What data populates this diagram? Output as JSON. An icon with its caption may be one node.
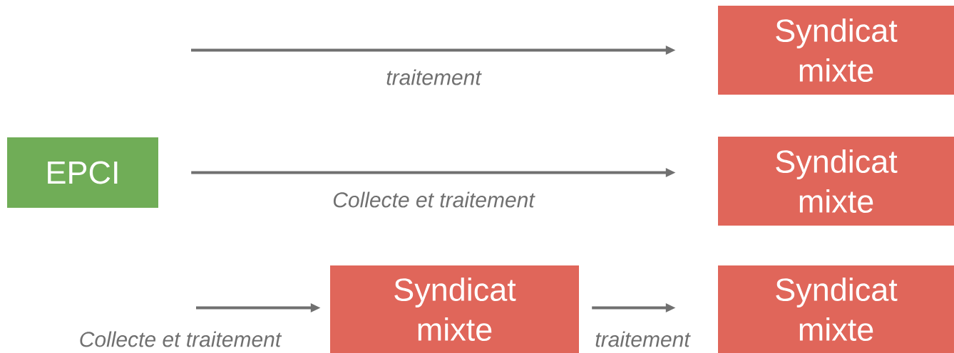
{
  "diagram": {
    "nodes": [
      {
        "text": [
          "Syndicat mixte"
        ]
      },
      {
        "text": [
          "EPCI"
        ]
      },
      {
        "text": [
          "Syndicat mixte"
        ]
      },
      {
        "text": [
          "Syndicat mixte"
        ]
      },
      {
        "text": [
          "Syndicat mixte"
        ]
      }
    ],
    "edges": [
      {
        "from": null,
        "to": 0,
        "arrow": "to",
        "label": "traitement"
      },
      {
        "from": 1,
        "to": 2,
        "arrow": "to",
        "label": "Collecte et traitement"
      },
      {
        "from": null,
        "to": 3,
        "arrow": "to",
        "label": "Collecte et traitement"
      },
      {
        "from": 3,
        "to": 4,
        "arrow": "to",
        "label": "traitement"
      }
    ]
  }
}
